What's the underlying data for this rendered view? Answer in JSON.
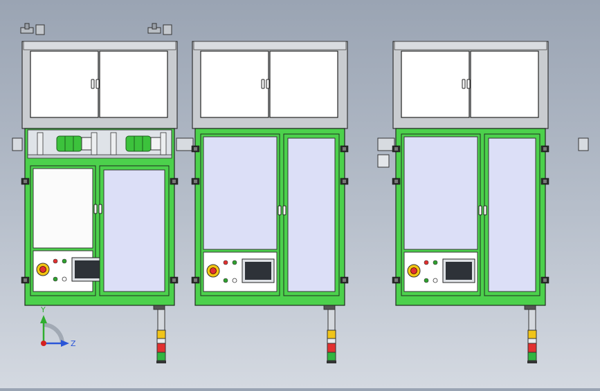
{
  "scene": {
    "palette": {
      "frame_green": "#4cd14c",
      "frame_dark": "#1e2a1e",
      "upper_cabinet": "#c9ccd0",
      "upper_door": "#ffffff",
      "glass_panel": "#dcdff7",
      "white_panel": "#fbfbfb",
      "roller": "#3cc23c",
      "button_red": "#e23030",
      "button_green": "#2fa12f",
      "estop_yellow": "#f2c512",
      "hmi_screen": "#2e3238",
      "tower_yellow": "#f0c419",
      "tower_red": "#e23030",
      "tower_green": "#32b540",
      "axis_y": "#2fae2f",
      "axis_z": "#2a55d8",
      "axis_origin": "#d42020"
    },
    "modules": [
      {
        "id": "module-left",
        "has_leveling_feet": true,
        "has_conveyor_section": true,
        "has_light_tower": true
      },
      {
        "id": "module-middle",
        "has_leveling_feet": false,
        "has_conveyor_section": false,
        "has_light_tower": true
      },
      {
        "id": "module-right",
        "has_leveling_feet": false,
        "has_conveyor_section": false,
        "has_light_tower": true
      }
    ]
  },
  "triad": {
    "y_label": "Y",
    "z_label": "Z",
    "icons": [
      "y-axis-arrow-icon",
      "z-axis-arrow-icon",
      "origin-point-icon"
    ]
  }
}
